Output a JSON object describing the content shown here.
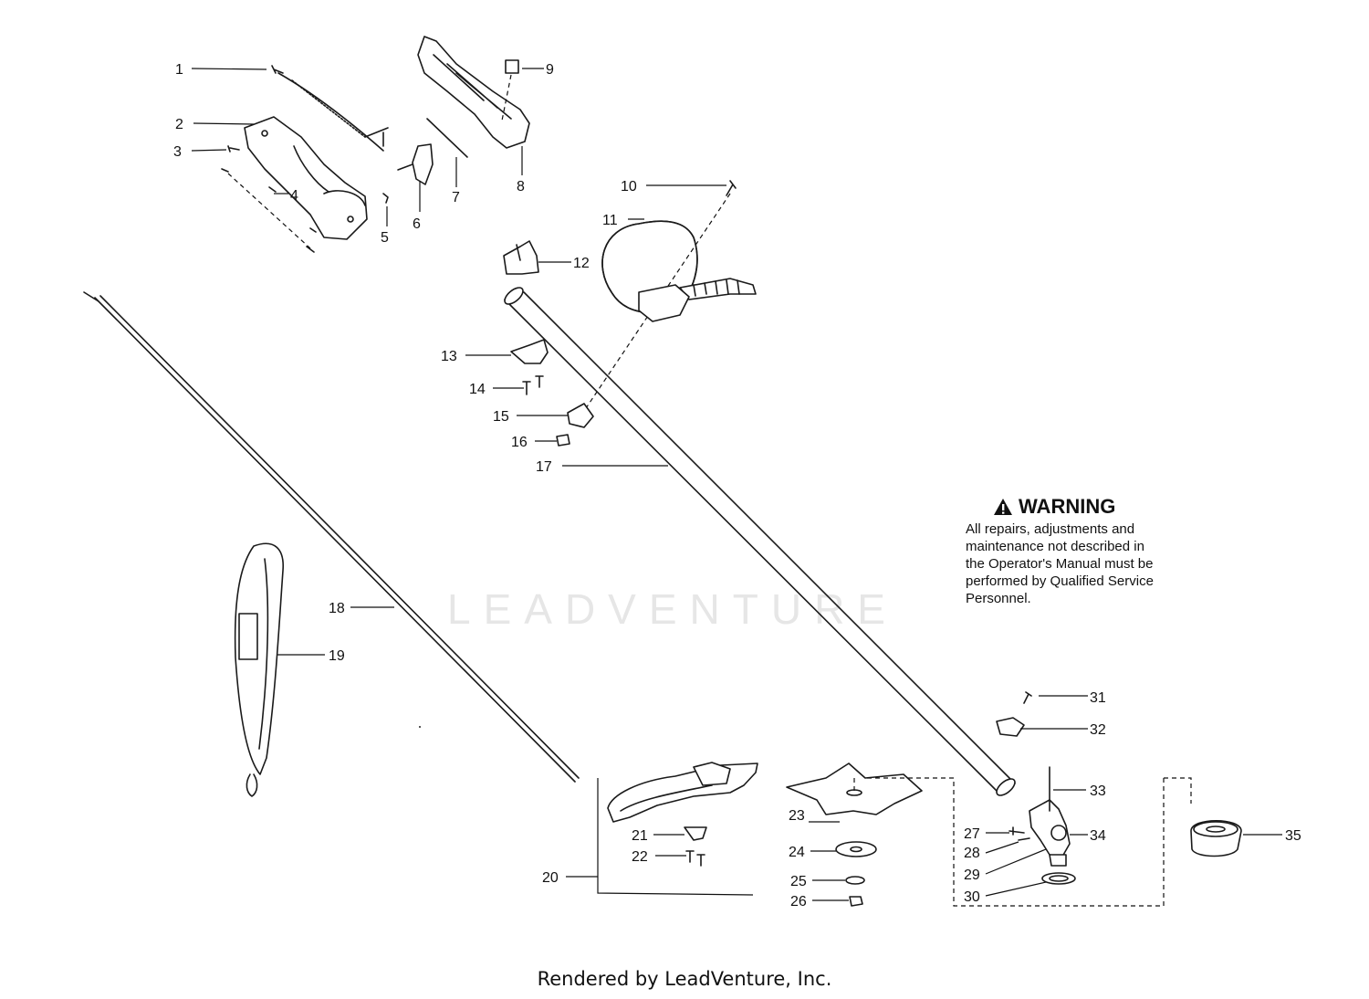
{
  "warning": {
    "title": "WARNING",
    "lines": [
      "All repairs, adjustments and",
      "maintenance not described in",
      "the Operator's Manual must be",
      "performed by Qualified Service",
      "Personnel."
    ]
  },
  "watermark": "LEADVENTURE",
  "footer": "Rendered by LeadVenture, Inc.",
  "labels": [
    "1",
    "2",
    "3",
    "4",
    "5",
    "6",
    "7",
    "8",
    "9",
    "10",
    "11",
    "12",
    "13",
    "14",
    "15",
    "16",
    "17",
    "18",
    "19",
    "20",
    "21",
    "22",
    "23",
    "24",
    "25",
    "26",
    "27",
    "28",
    "29",
    "30",
    "31",
    "32",
    "33",
    "34",
    "35"
  ]
}
